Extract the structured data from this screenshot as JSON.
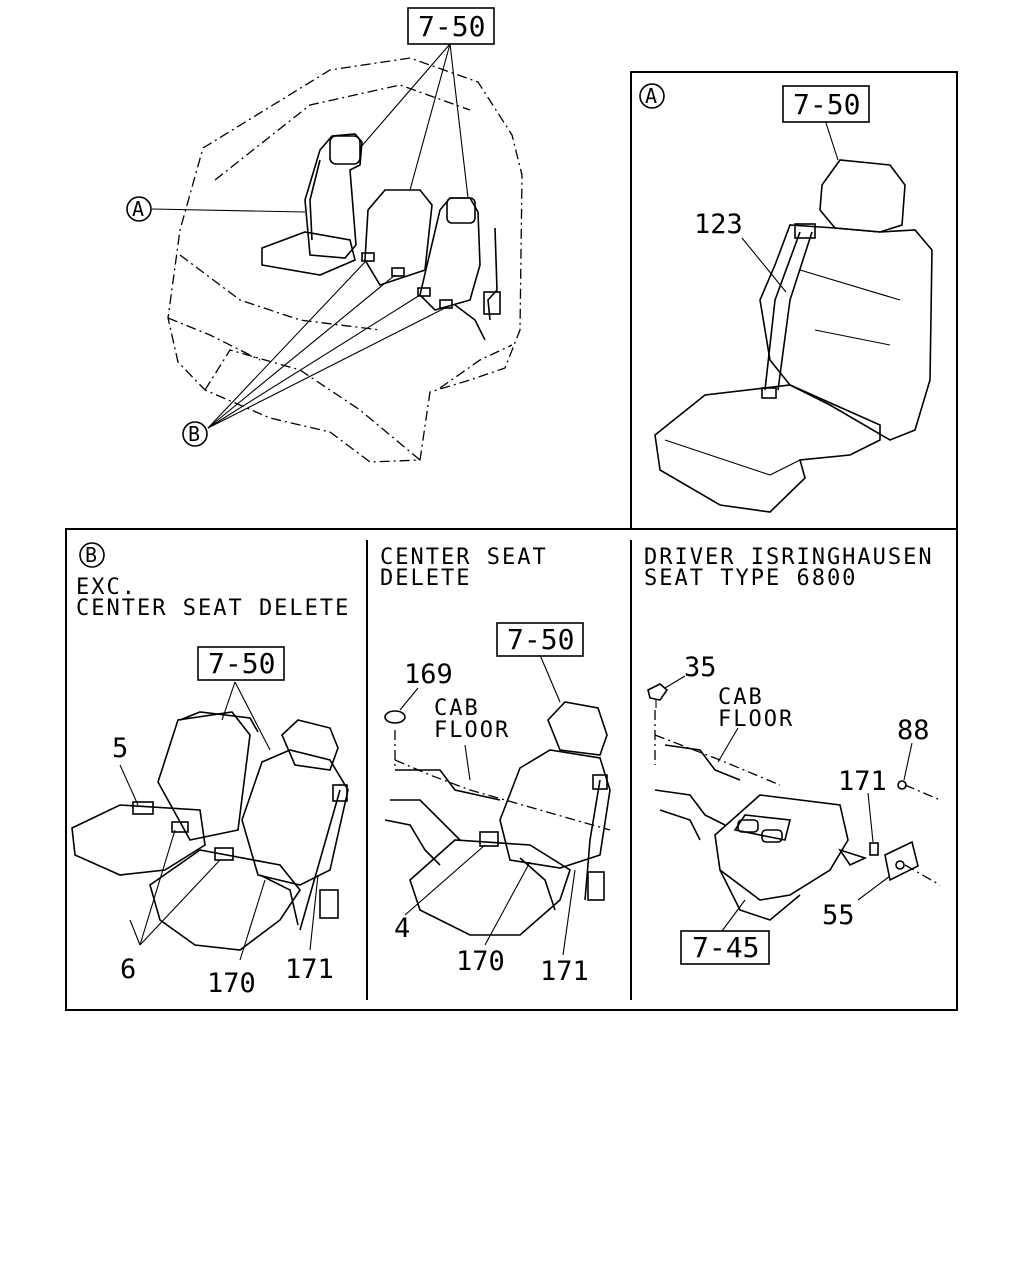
{
  "top_left": {
    "ref_box": "7-50",
    "callout_a": "A",
    "callout_b": "B"
  },
  "panel_a": {
    "id": "A",
    "ref_box": "7-50",
    "part_123": "123"
  },
  "panel_b": {
    "id": "B",
    "title_line1": "EXC.",
    "title_line2": "CENTER SEAT DELETE",
    "ref_box": "7-50",
    "part_5": "5",
    "part_6": "6",
    "part_170": "170",
    "part_171": "171"
  },
  "panel_center": {
    "title_line1": "CENTER SEAT",
    "title_line2": "DELETE",
    "ref_box": "7-50",
    "part_169": "169",
    "cab_line1": "CAB",
    "cab_line2": "FLOOR",
    "part_4": "4",
    "part_170": "170",
    "part_171": "171"
  },
  "panel_driver": {
    "title_line1": "DRIVER ISRINGHAUSEN",
    "title_line2": "SEAT TYPE 6800",
    "part_35": "35",
    "cab_line1": "CAB",
    "cab_line2": "FLOOR",
    "part_88": "88",
    "part_171": "171",
    "part_55": "55",
    "ref_box": "7-45"
  }
}
